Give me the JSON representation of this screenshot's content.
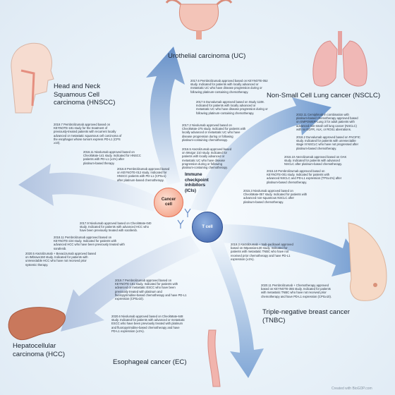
{
  "titles": {
    "uc": "Urothelial carcinoma (UC)",
    "nsclc": "Non-Small Cell Lung cancer (NSCLC)",
    "hnscc_1": "Head and Neck",
    "hnscc_2": "Squamous Cell",
    "hnscc_3": "carcinoma (HNSCC)",
    "hcc_1": "Hepatocellular",
    "hcc_2": "carcinoma (HCC)",
    "tnbc_1": "Triple-negative breast cancer",
    "tnbc_2": "(TNBC)",
    "ec": "Esophageal cancer (EC)"
  },
  "center": {
    "ici_1": "Immune",
    "ici_2": "checkpoint",
    "ici_3": "inhibitors",
    "ici_4": "(ICIs)",
    "cancer_cell_1": "Cancer",
    "cancer_cell_2": "cell",
    "t_cell": "T cell"
  },
  "notes": {
    "uc1": [
      "2017.6 Pembrolizumab approved based on KEYNOTE-052",
      "study. Indicated for patients with locally advanced or",
      "metastatic UC who have disease progression during or",
      "following platinum-containing chemotherapy."
    ],
    "uc2": [
      "2017.5 Durvalumab approved based on Study 1108.",
      "Indicated for patients with locally advanced or",
      "metastatic UC who have disease progression during or",
      "following platinum-containing chemotherapy."
    ],
    "uc3": [
      "2017.2 Nivolumab approved based on",
      "CheckMate-275 study. Indicated for patients with",
      "locally advanced or metastatic UC who have",
      "disease progression during or following",
      "platinum-containing chemotherapy."
    ],
    "uc4": [
      "2016.5 Atezolizumab approved based",
      "on IMvigor 210 study. Indicated for",
      "patients with locally advanced or",
      "metastatic UC who have disease",
      "progression during or following",
      "platinum-containing chemotherapy."
    ],
    "hn1": [
      "2019.7 Pembrolizumab approved based on",
      "KEYNOTE-181 study for the treatment of",
      "previously-treated patients with recurrent locally",
      "advanced or metastatic squamous cell carcinoma of",
      "the esophagus whose tumors express PD-L1 (CPS",
      "≥10)."
    ],
    "hn2": [
      "2016.11 Nivolumab approved based on",
      "CheckMate-141 study. Indicated for HNSCC",
      "patients with PD-L1 (≥1%) after",
      "platinum-based therapy."
    ],
    "hn3": [
      "2016.8 Pembrolizumab approved based",
      "on KEYNOTE-012 study. Indicated for",
      "HNSCC patients with PD-L1 (CPS≥1)",
      "after platinum-based chemotherapy."
    ],
    "ns1": [
      "2022.11 Cemiplimab in combination with",
      "platinum-based chemotherapy approved based",
      "on EMPOWER-Lung 3 for adult patients with",
      "advanced non-small cell lung cancer (NSCLC)",
      "with no EGFR, ALK, or ROS1 aberrations."
    ],
    "ns2": [
      "2018.2 Durvalumab approved based on PACIFIC",
      "study. Indicated for patients with unresectable",
      "stage III NSCLC who have not progressed after",
      "platinum-based chemotherapy."
    ],
    "ns3": [
      "2016.10 Atezolizumab approved based on OAK",
      "study. Indicated for patients with advanced",
      "NSCLC after platinum-based chemotherapy."
    ],
    "ns4": [
      "2015.10 Pembrolizumab approved based on",
      "KEYNOTE-001 study. Indicated for patients with",
      "advanced NSCLC and PD-L1 expression (TPS≥1%) after",
      "platinum-based chemotherapy."
    ],
    "ns5": [
      "2015.3 Nivolumab approved based on",
      "CheckMate-057 study. Indicated for patients with",
      "advanced non-squamous NSCLC after",
      "platinum-based chemotherapy."
    ],
    "hc1": [
      "2017.9 Nivolumab approved based on CheckMate-040",
      "study. Indicated for patients with advanced HCC who",
      "have been previously treated with sorafenib."
    ],
    "hc2": [
      "2018.11 Pembrolizumab approved based on",
      "KEYNOTE-224 study. Indicated for patients with",
      "advanced HCC who have been previously treated with",
      "sorafenib."
    ],
    "hc3": [
      "2020.5 Atezolizumab + Bevacizumab approved based",
      "on IMbrave150 study. Indicated for patients with",
      "unresectable HCC who have not received prior",
      "systemic therapy."
    ],
    "tn1": [
      "2019.3 Atezolizumab + Nab-paclitaxel approved",
      "based on IMpassion130 study. Indicated for",
      "patients with metastatic TNBC who have not",
      "received prior chemotherapy and have PD-L1",
      "expression (≥1%)."
    ],
    "tn2": [
      "2020.11 Pembrolizumab + Chemotherapy approved",
      "based on KEYNOTE-355 study. Indicated for patients",
      "with metastatic TNBC who have not received prior",
      "chemotherapy and have PD-L1 expression (CPS≥10)."
    ],
    "ec1": [
      "2019.7 Pembrolizumab approved based on",
      "KEYNOTE-181 study. Indicated for patients with",
      "advanced or metastatic ESCC who have been",
      "previously treated with platinum and",
      "fluoropyrimidine-based chemotherapy and have PD-L1",
      "expression (CPS≥10)."
    ],
    "ec2": [
      "2020.6 Nivolumab approved based on CheckMate-648",
      "study. Indicated for patients with advanced or metastatic",
      "ESCC who have been previously treated with platinum",
      "and fluoropyrimidine-based chemotherapy and have",
      "PD-L1 expression (≥1%)."
    ]
  },
  "credit": "Created with BioGDP.com",
  "colors": {
    "arrow_light": "#d6e3f1",
    "arrow_mid": "#8fb2dc",
    "arrow_dark": "#4a79bd",
    "cancer_cell": "#f29679",
    "t_cell": "#3a5fa9"
  }
}
